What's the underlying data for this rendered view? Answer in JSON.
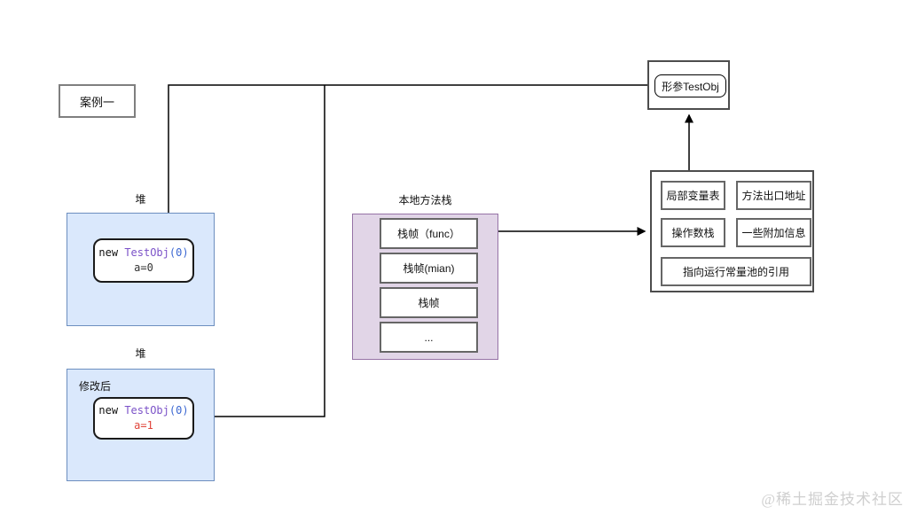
{
  "case_box": {
    "label": "案例一"
  },
  "heap1": {
    "label": "堆",
    "object": {
      "keyword": "new ",
      "class_name": "TestObj",
      "args": "(0)",
      "field": "a=0"
    }
  },
  "heap2": {
    "label": "堆",
    "note": "修改后",
    "object": {
      "keyword": "new ",
      "class_name": "TestObj",
      "args": "(0)",
      "field": "a=1"
    }
  },
  "native_method_stack": {
    "label": "本地方法栈",
    "frames": [
      "栈帧（func）",
      "栈帧(mian)",
      "栈帧",
      "..."
    ]
  },
  "formal_param": {
    "label": "形参TestObj"
  },
  "frame_detail": {
    "cells": [
      "局部变量表",
      "方法出口地址",
      "操作数栈",
      "一些附加信息",
      "指向运行常量池的引用"
    ]
  },
  "watermark": {
    "text": "@稀土掘金技术社区"
  },
  "colors": {
    "heap_fill": "#dae8fc",
    "heap_border": "#6c8ebf",
    "stack_fill": "#e1d5e7",
    "stack_border": "#9673a6",
    "box_border_gray": "#666666",
    "code_class": "#7b52c8",
    "code_args": "#3a66d1",
    "code_red": "#e0453a",
    "connector": "#000000",
    "watermark_gray": "#cfcfcf"
  }
}
